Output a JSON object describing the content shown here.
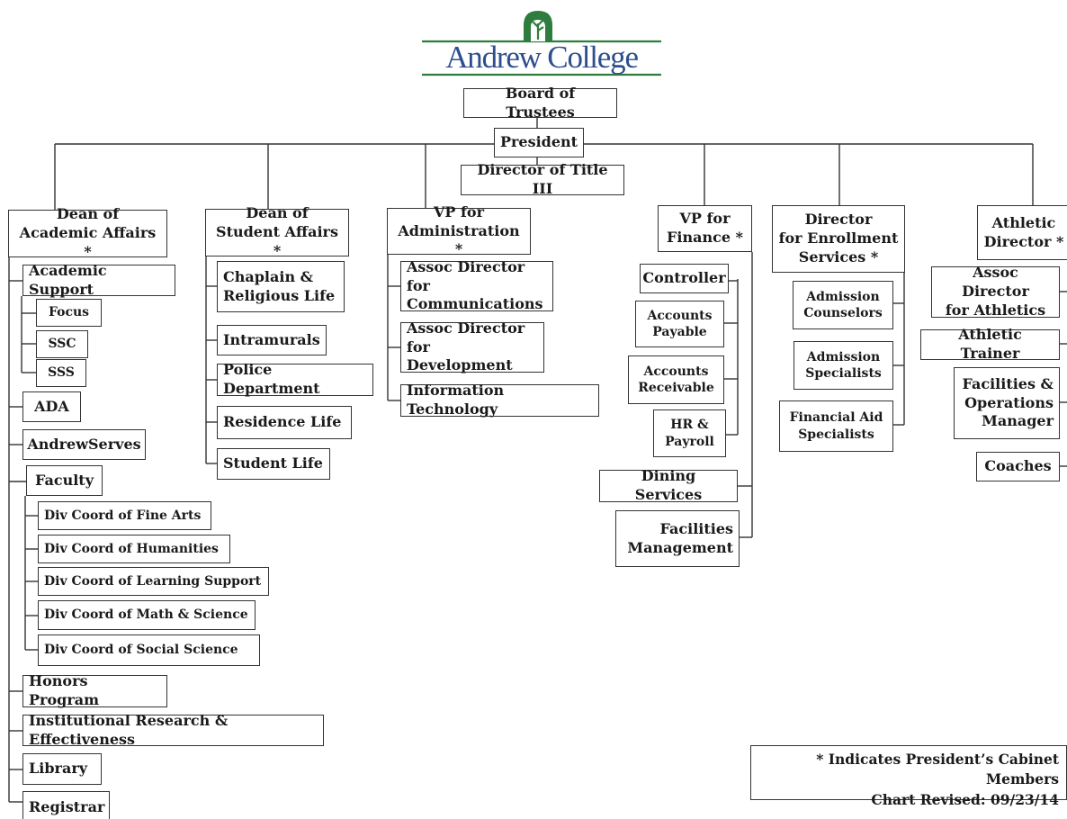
{
  "logo": {
    "name": "Andrew College",
    "accent": "#2e7d3e",
    "text_color": "#2e4e8f"
  },
  "top": {
    "board": "Board of Trustees",
    "president": "President",
    "title3": "Director of Title III"
  },
  "heads": {
    "academic": "Dean of\nAcademic Affairs *",
    "student": "Dean of\nStudent Affairs *",
    "admin": "VP for\nAdministration *",
    "finance": "VP for\nFinance *",
    "enrollment": "Director\nfor Enrollment\nServices *",
    "athletic": "Athletic\nDirector *"
  },
  "academic": {
    "support": "Academic Support",
    "focus": "Focus",
    "ssc": "SSC",
    "sss": "SSS",
    "ada": "ADA",
    "andrewserves": "AndrewServes",
    "faculty": "Faculty",
    "div_fine_arts": "Div Coord of Fine Arts",
    "div_humanities": "Div Coord of Humanities",
    "div_learning": "Div Coord of Learning Support",
    "div_math": "Div Coord of Math & Science",
    "div_social": "Div Coord of Social Science",
    "honors": "Honors Program",
    "research": "Institutional Research & Effectiveness",
    "library": "Library",
    "registrar": "Registrar"
  },
  "student": {
    "chaplain": "Chaplain &\nReligious Life",
    "intramurals": "Intramurals",
    "police": "Police Department",
    "residence": "Residence Life",
    "life": "Student Life"
  },
  "admin": {
    "communications": "Assoc Director for\nCommunications",
    "development": "Assoc Director\nfor Development",
    "it": "Information Technology"
  },
  "finance": {
    "controller": "Controller",
    "payable": "Accounts\nPayable",
    "receivable": "Accounts\nReceivable",
    "hr": "HR &\nPayroll",
    "dining": "Dining Services",
    "facilities": "Facilities\nManagement"
  },
  "enrollment": {
    "counselors": "Admission\nCounselors",
    "specialists": "Admission\nSpecialists",
    "aid": "Financial Aid\nSpecialists"
  },
  "athletic": {
    "assoc": "Assoc Director\nfor Athletics",
    "trainer": "Athletic Trainer",
    "ops": "Facilities &\nOperations\nManager",
    "coaches": "Coaches"
  },
  "note": {
    "line1": "* Indicates President’s Cabinet Members",
    "line2": "Chart Revised:  09/23/14"
  }
}
